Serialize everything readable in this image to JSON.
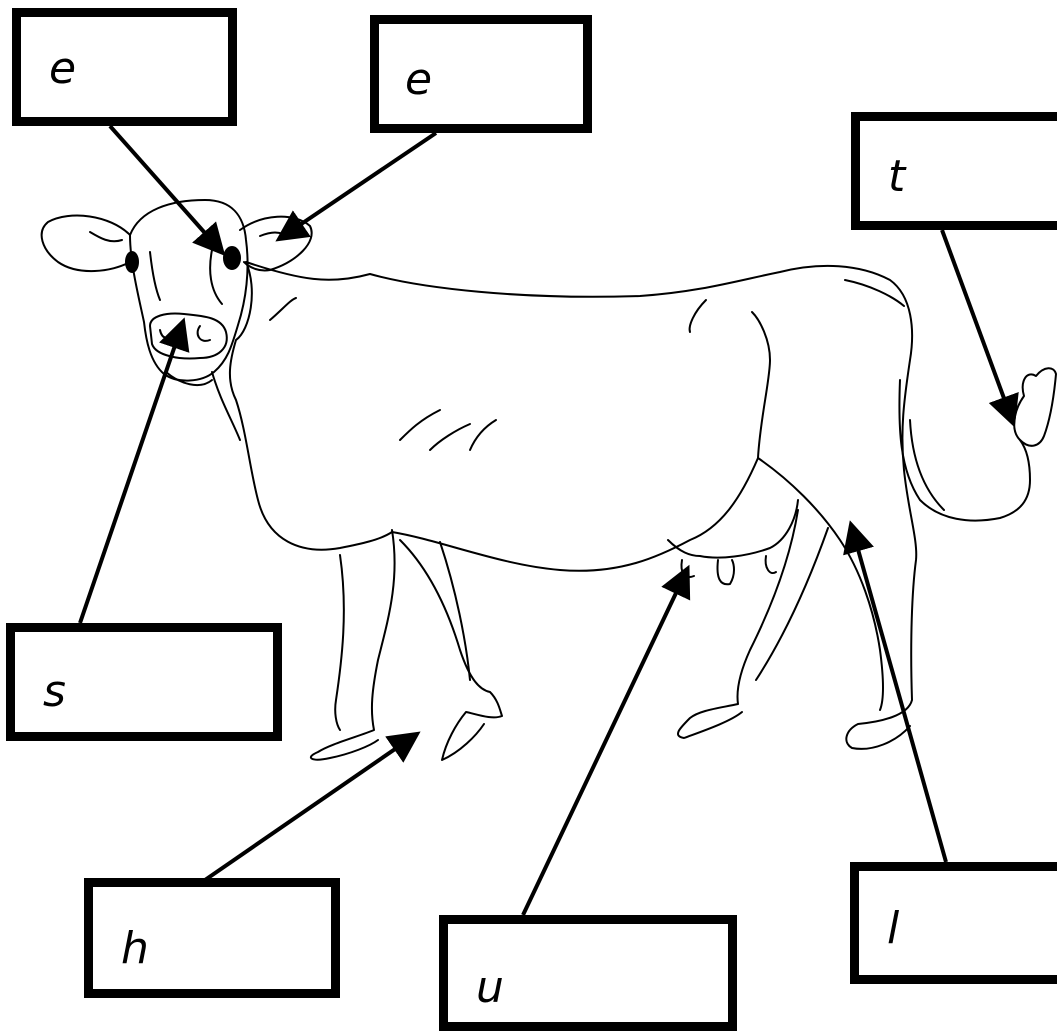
{
  "labels": {
    "eye": "e",
    "ear": "e",
    "tail": "t",
    "snout": "s",
    "hoof": "h",
    "udder": "u",
    "leg": "l"
  }
}
